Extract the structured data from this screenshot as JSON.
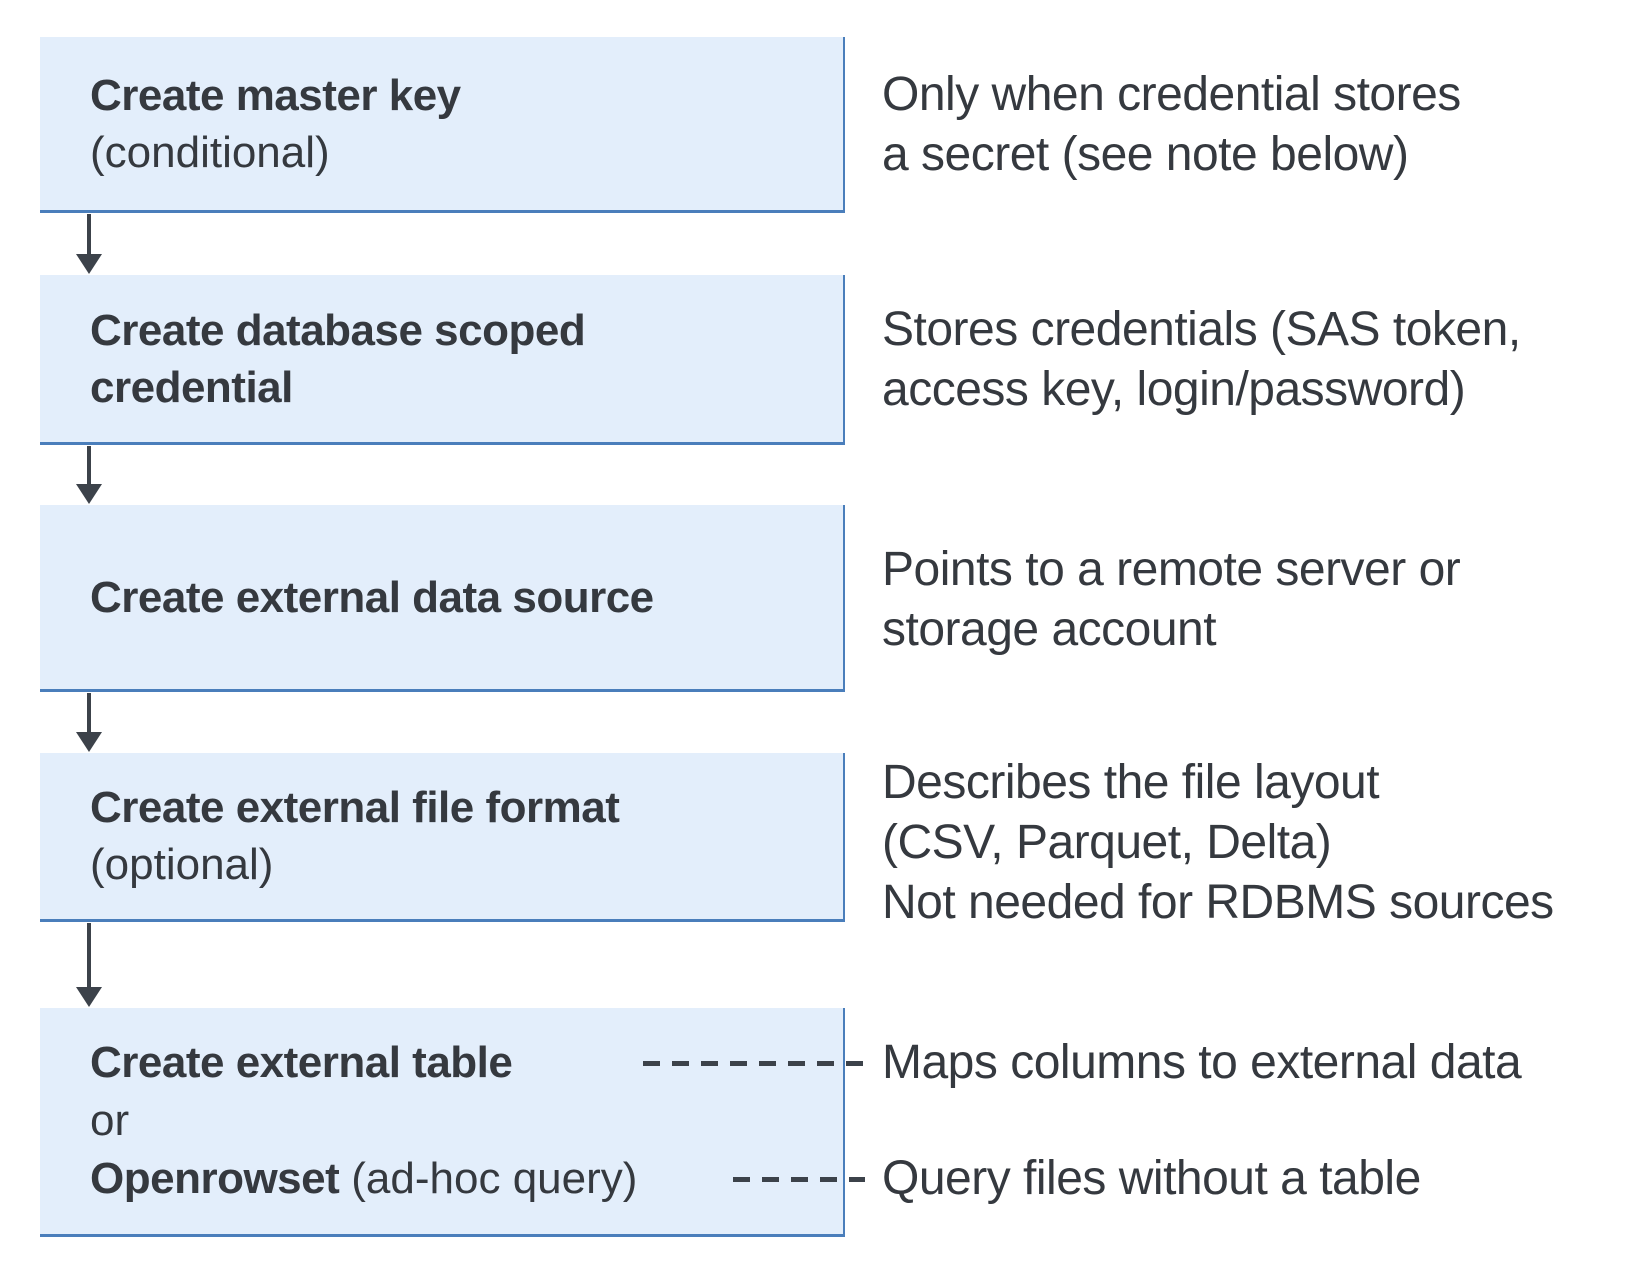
{
  "flow": {
    "boxes": [
      {
        "title": "Create master key",
        "subtitle": "(conditional)"
      },
      {
        "title": "Create database scoped credential"
      },
      {
        "title": "Create external data source"
      },
      {
        "title": "Create external file format",
        "subtitle": "(optional)"
      },
      {
        "line1_bold": "Create external table",
        "line2": "or",
        "line3_bold": "Openrowset",
        "line3_regular": "(ad-hoc query)"
      }
    ],
    "annotations": [
      {
        "lines": [
          "Only when credential stores",
          "a secret (see note below)"
        ]
      },
      {
        "lines": [
          "Stores credentials (SAS token,",
          "access key, login/password)"
        ]
      },
      {
        "lines": [
          "Points to a remote server or",
          "storage account"
        ]
      },
      {
        "lines": [
          "Describes the file layout",
          "(CSV, Parquet, Delta)",
          "Not needed for RDBMS sources"
        ]
      },
      {
        "lines": [
          "Maps columns to external data"
        ]
      },
      {
        "lines": [
          "Query files without a table"
        ]
      }
    ],
    "colors": {
      "box_fill": "#E3EEFB",
      "box_border": "#4A7EBB",
      "text": "#35393F",
      "arrow": "#3C424A"
    }
  }
}
